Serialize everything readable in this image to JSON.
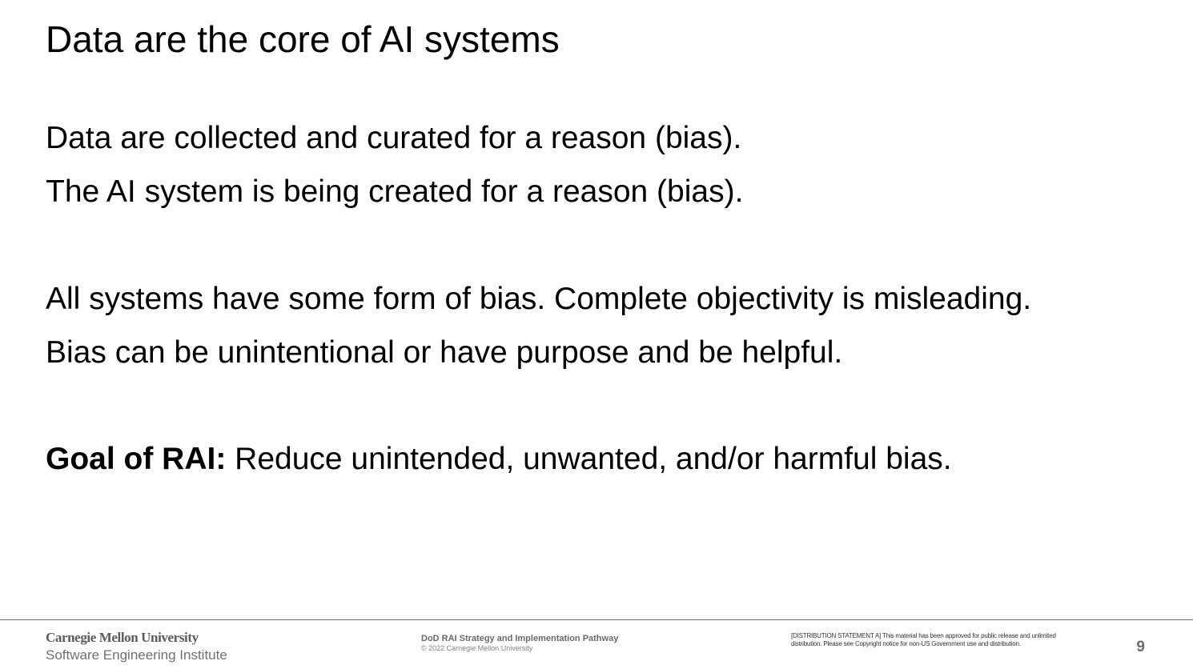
{
  "slide": {
    "title": "Data are the core of AI systems",
    "lines": [
      "Data are collected and curated for a reason (bias).",
      "The AI system is being created for a reason (bias).",
      "All systems have some form of bias. Complete objectivity is misleading.",
      "Bias can be unintentional or have purpose and be helpful."
    ],
    "goal": {
      "label": "Goal of RAI:",
      "text": " Reduce unintended, unwanted, and/or harmful bias."
    }
  },
  "footer": {
    "university": "Carnegie Mellon University",
    "institute": "Software Engineering Institute",
    "pathway": "DoD RAI Strategy and Implementation Pathway",
    "copyright": "© 2022 Carnegie Mellon University",
    "distribution": "[DISTRIBUTION STATEMENT A] This material has been approved for public release and unlimited distribution. Please see Copyright notice for non-US Government use and distribution.",
    "page_number": "9"
  }
}
